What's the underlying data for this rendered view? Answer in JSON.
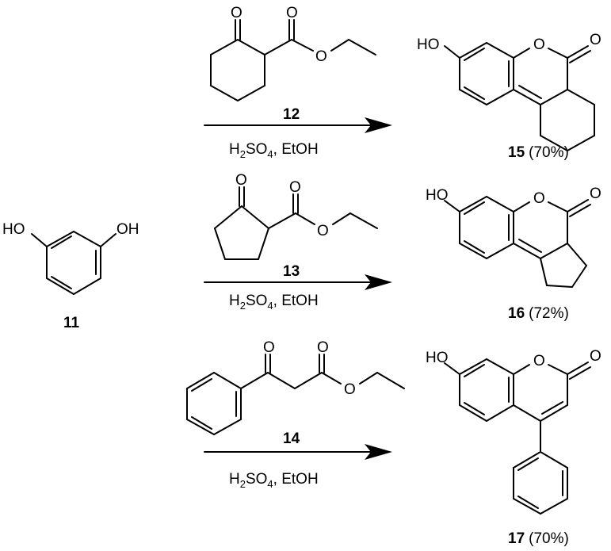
{
  "scheme": {
    "starting_material": {
      "id": "11",
      "groups": [
        "HO",
        "OH"
      ]
    },
    "reactions": [
      {
        "reagent_id": "12",
        "reagent_atoms": [
          "O",
          "O",
          "O"
        ],
        "conditions": {
          "acid": "H",
          "acid_sub1": "2",
          "acid_mid": "SO",
          "acid_sub2": "4",
          "rest": ", EtOH"
        },
        "product": {
          "id": "15",
          "yield": "(70%)",
          "atoms": [
            "HO",
            "O",
            "O"
          ]
        }
      },
      {
        "reagent_id": "13",
        "reagent_atoms": [
          "O",
          "O",
          "O"
        ],
        "conditions": {
          "acid": "H",
          "acid_sub1": "2",
          "acid_mid": "SO",
          "acid_sub2": "4",
          "rest": ", EtOH"
        },
        "product": {
          "id": "16",
          "yield": "(72%)",
          "atoms": [
            "HO",
            "O",
            "O"
          ]
        }
      },
      {
        "reagent_id": "14",
        "reagent_atoms": [
          "O",
          "O",
          "O"
        ],
        "conditions": {
          "acid": "H",
          "acid_sub1": "2",
          "acid_mid": "SO",
          "acid_sub2": "4",
          "rest": ", EtOH"
        },
        "product": {
          "id": "17",
          "yield": "(70%)",
          "atoms": [
            "HO",
            "O",
            "O"
          ]
        }
      }
    ]
  }
}
